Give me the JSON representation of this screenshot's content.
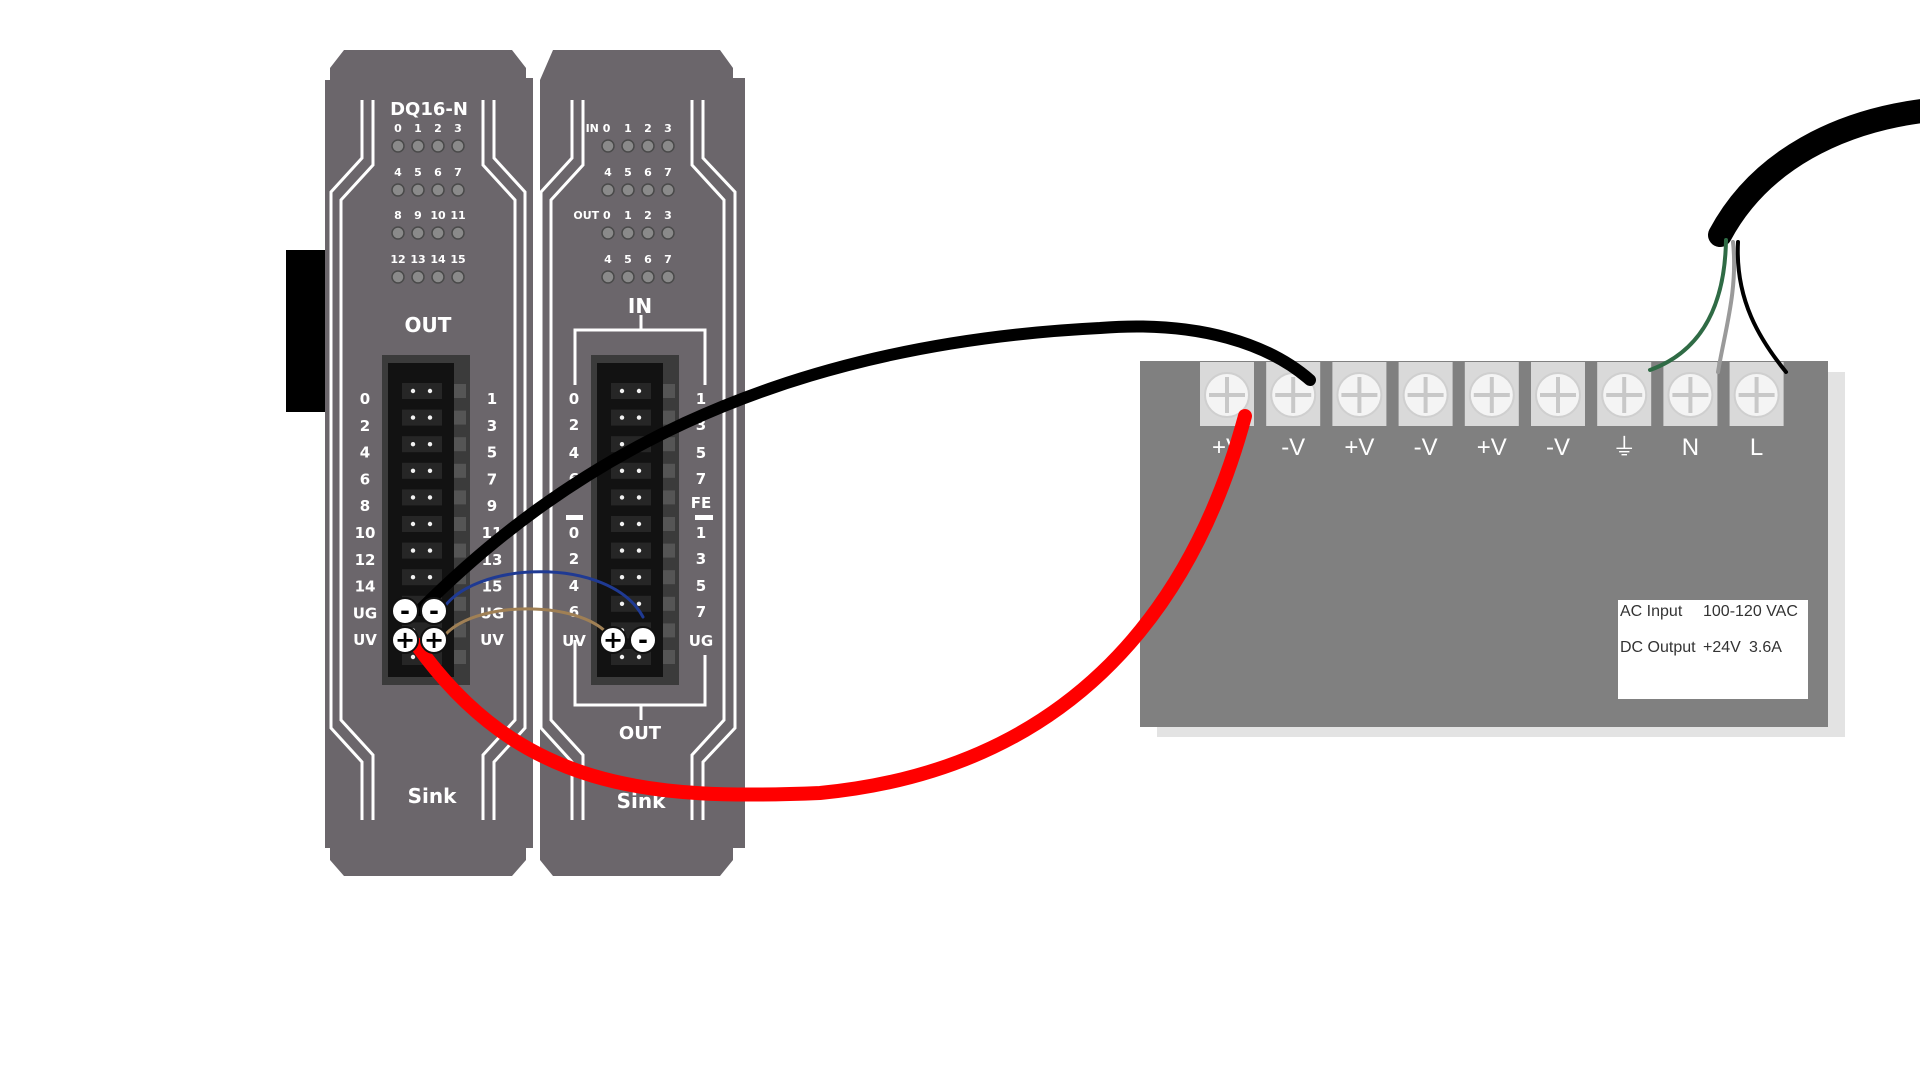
{
  "colors": {
    "module_body": "#6b666b",
    "module_lines": "#ffffff",
    "psu_body": "#808080",
    "psu_shadow": "#e3e3e3",
    "wire_red": "#ff0000",
    "wire_black": "#000000",
    "wire_blue": "#1f3a93",
    "wire_brown": "#a08055",
    "wire_green": "#2f6b45",
    "wire_gray": "#9a9a9a"
  },
  "module1": {
    "title": "DQ16-N",
    "led_rows": [
      [
        "0",
        "1",
        "2",
        "3"
      ],
      [
        "4",
        "5",
        "6",
        "7"
      ],
      [
        "8",
        "9",
        "10",
        "11"
      ],
      [
        "12",
        "13",
        "14",
        "15"
      ]
    ],
    "connector_title": "OUT",
    "left_pins": [
      "0",
      "2",
      "4",
      "6",
      "8",
      "10",
      "12",
      "14",
      "UG",
      "UV"
    ],
    "right_pins": [
      "1",
      "3",
      "5",
      "7",
      "9",
      "11",
      "13",
      "15",
      "UG",
      "UV"
    ],
    "footer": "Sink",
    "term_minus": "-",
    "term_plus": "+"
  },
  "module2": {
    "led_rows": [
      [
        "IN 0",
        "1",
        "2",
        "3"
      ],
      [
        "4",
        "5",
        "6",
        "7"
      ],
      [
        "OUT 0",
        "1",
        "2",
        "3"
      ],
      [
        "4",
        "5",
        "6",
        "7"
      ]
    ],
    "top_label": "IN",
    "left_pins": [
      "0",
      "2",
      "4",
      "6",
      "0",
      "2",
      "4",
      "6",
      "UV"
    ],
    "right_pins": [
      "1",
      "3",
      "5",
      "7",
      "FE",
      "1",
      "3",
      "5",
      "7",
      "UG"
    ],
    "bottom_label": "OUT",
    "footer": "Sink",
    "term_plus": "+",
    "term_minus": "-"
  },
  "psu": {
    "terminals": [
      "+V",
      "-V",
      "+V",
      "-V",
      "+V",
      "-V",
      "⏚",
      "N",
      "L"
    ],
    "spec_ac_label": "AC Input",
    "spec_ac_value": "100-120 VAC",
    "spec_dc_label": "DC Output",
    "spec_dc_value": "+24V",
    "spec_dc_current": "3.6A"
  }
}
